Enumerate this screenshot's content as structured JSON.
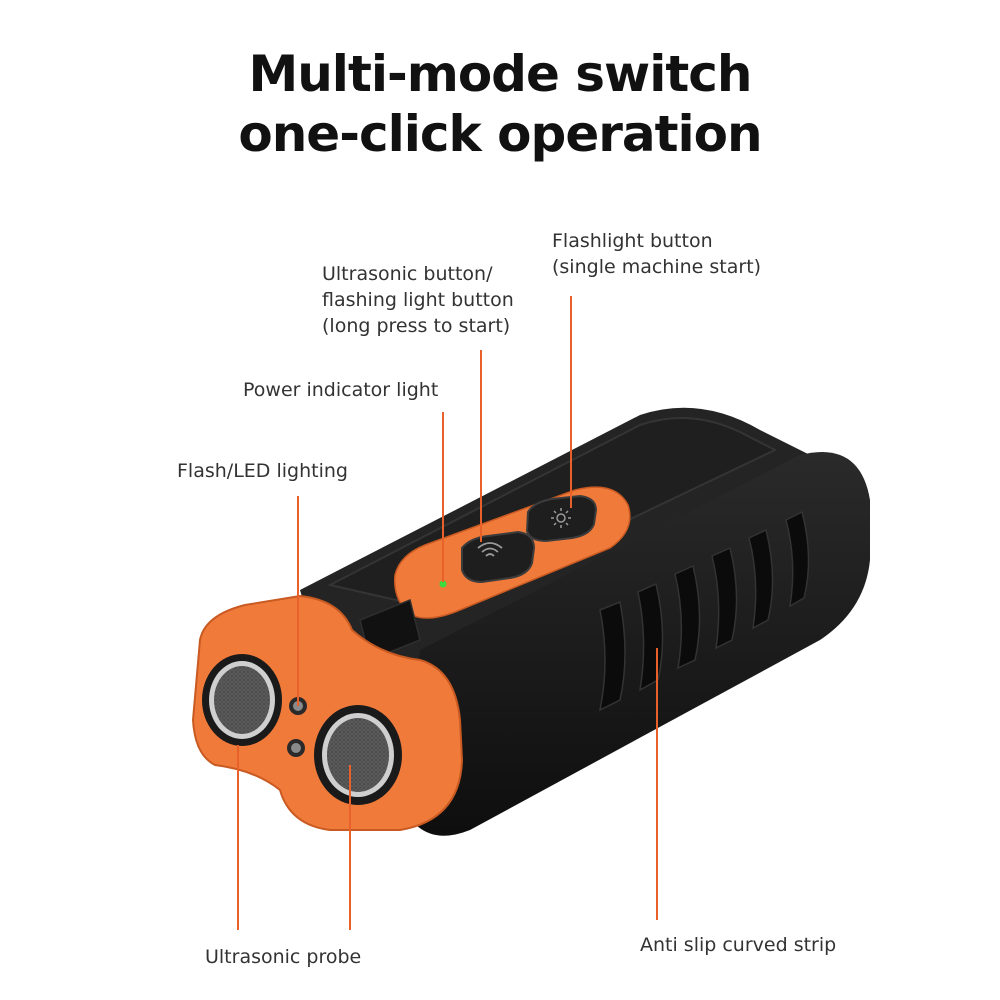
{
  "title": {
    "line1": "Multi-mode switch",
    "line2": "one-click operation"
  },
  "callouts": {
    "flashlight_button": {
      "line1": "Flashlight button",
      "line2": "(single machine start)"
    },
    "ultrasonic_button": {
      "line1": "Ultrasonic button/",
      "line2": "flashing light button",
      "line3": "(long press to start)"
    },
    "power_indicator": "Power indicator light",
    "flash_led": "Flash/LED lighting",
    "ultrasonic_probe": "Ultrasonic probe",
    "anti_slip": "Anti slip curved strip"
  },
  "colors": {
    "accent_orange": "#f07a3a",
    "leader_line": "#e8602a",
    "body_black": "#1c1c1c",
    "indicator_green": "#3bdc3b"
  },
  "icons": {
    "ultrasonic_button_icon": "sound-wave-icon",
    "flashlight_button_icon": "sun-burst-icon"
  }
}
